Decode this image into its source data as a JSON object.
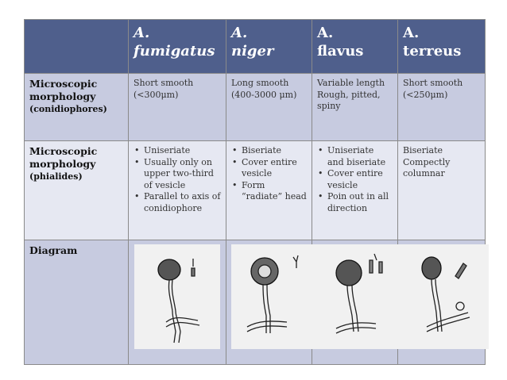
{
  "header": {
    "species": [
      {
        "genus": "A.",
        "name": "fumigatus",
        "italic": true
      },
      {
        "genus": "A.",
        "name": "niger",
        "italic": true
      },
      {
        "genus": "A.",
        "name": "flavus",
        "italic": false
      },
      {
        "genus": "A.",
        "name": "terreus",
        "italic": false
      }
    ]
  },
  "rows": {
    "conidiophores": {
      "title": "Microscopic morphology",
      "subtitle": "(conidiophores)",
      "cells": [
        "Short smooth (<300μm)",
        "Long smooth (400-3000 μm)",
        "Variable length Rough, pitted, spiny",
        "Short smooth (<250μm)"
      ]
    },
    "phialides": {
      "title": "Microscopic morphology",
      "subtitle": "(phialides)",
      "fumigatus": [
        "Uniseriate",
        "Usually only on upper two-third of vesicle",
        "Parallel to axis of conidiophore"
      ],
      "niger": [
        "Biseriate",
        "Cover entire vesicle",
        "Form “radiate” head"
      ],
      "flavus": [
        "Uniseriate and biseriate",
        "Cover entire vesicle",
        "Poin out in all direction"
      ],
      "terreus": "Biseriate Compectly columnar"
    },
    "diagram": {
      "title": "Diagram"
    }
  },
  "colors": {
    "header_bg": "#4f5f8c",
    "row_dark": "#c7cbe0",
    "row_light": "#e6e8f2"
  }
}
